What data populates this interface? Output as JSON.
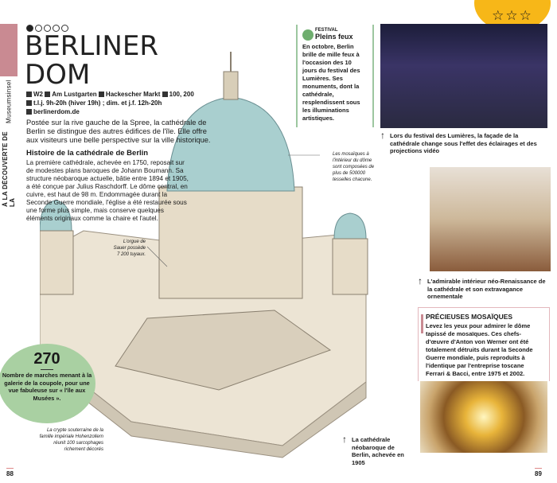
{
  "side_tab": {
    "section": "À LA DÉCOUVERTE DE LA",
    "place": "Museumsinsel"
  },
  "rating_stars": 3,
  "rating_icon": "star-icon",
  "title": "BERLINER DOM",
  "practical": {
    "map": "W2",
    "address": "Am Lustgarten",
    "station": "Hackescher Markt",
    "bus": "100, 200",
    "hours": "t.l.j. 9h-20h (hiver 19h) ; dim. et j.f. 12h-20h",
    "website": "berlinerdom.de"
  },
  "intro": "Postée sur la rive gauche de la Spree, la cathédrale de Berlin se distingue des autres édifices de l'île. Elle offre aux visiteurs une belle perspective sur la ville historique.",
  "history": {
    "heading": "Histoire de la cathédrale de Berlin",
    "text": "La première cathédrale, achevée en 1750, reposait sur de modestes plans baroques de Johann Boumann. Sa structure néobaroque actuelle, bâtie entre 1894 et 1905, a été conçue par Julius Raschdorff. Le dôme central, en cuivre, est haut de 98 m. Endommagée durant la Seconde Guerre mondiale, l'église a été restaurée sous une forme plus simple, mais conserve quelques éléments originaux comme la chaire et l'autel."
  },
  "festival": {
    "kicker": "FESTIVAL",
    "title": "Pleins feux",
    "text": "En octobre, Berlin brille de mille feux à l'occasion des 10 jours du festival des Lumières. Ses monuments, dont la cathédrale, resplendissent sous les illuminations artistiques."
  },
  "annotations": {
    "mosaics": "Les mosaïques à l'intérieur du dôme sont composées de plus de 500000 tesselles chacune.",
    "organ": "L'orgue de Sauer possède 7 200 tuyaux.",
    "crypt": "La crypte souterraine de la famille impériale Hohenzollern réunit 100 sarcophages richement décorés"
  },
  "captions": {
    "festival_photo": "Lors du festival des Lumières, la façade de la cathédrale change sous l'effet des éclairages et des projections vidéo",
    "interior_photo": "L'admirable intérieur néo-Renaissance de la cathédrale et son extravagance ornementale",
    "cathedral": "La cathédrale néobaroque de Berlin, achevée en 1905"
  },
  "mosaics_box": {
    "heading": "PRÉCIEUSES MOSAÏQUES",
    "text": "Levez les yeux pour admirer le dôme tapissé de mosaïques. Ces chefs-d'œuvre d'Anton von Werner ont été totalement détruits durant la Seconde Guerre mondiale, puis reproduits à l'identique par l'entreprise toscane Ferrari & Bacci, entre 1975 et 2002."
  },
  "stat": {
    "number": "270",
    "text": "Nombre de marches menant à la galerie de la coupole, pour une vue fabuleuse sur « l'île aux Musées »."
  },
  "pages": {
    "left": "88",
    "right": "89"
  },
  "colors": {
    "accent_pink": "#c98a92",
    "green": "#a9d0a2",
    "star_yellow": "#f7b718"
  }
}
